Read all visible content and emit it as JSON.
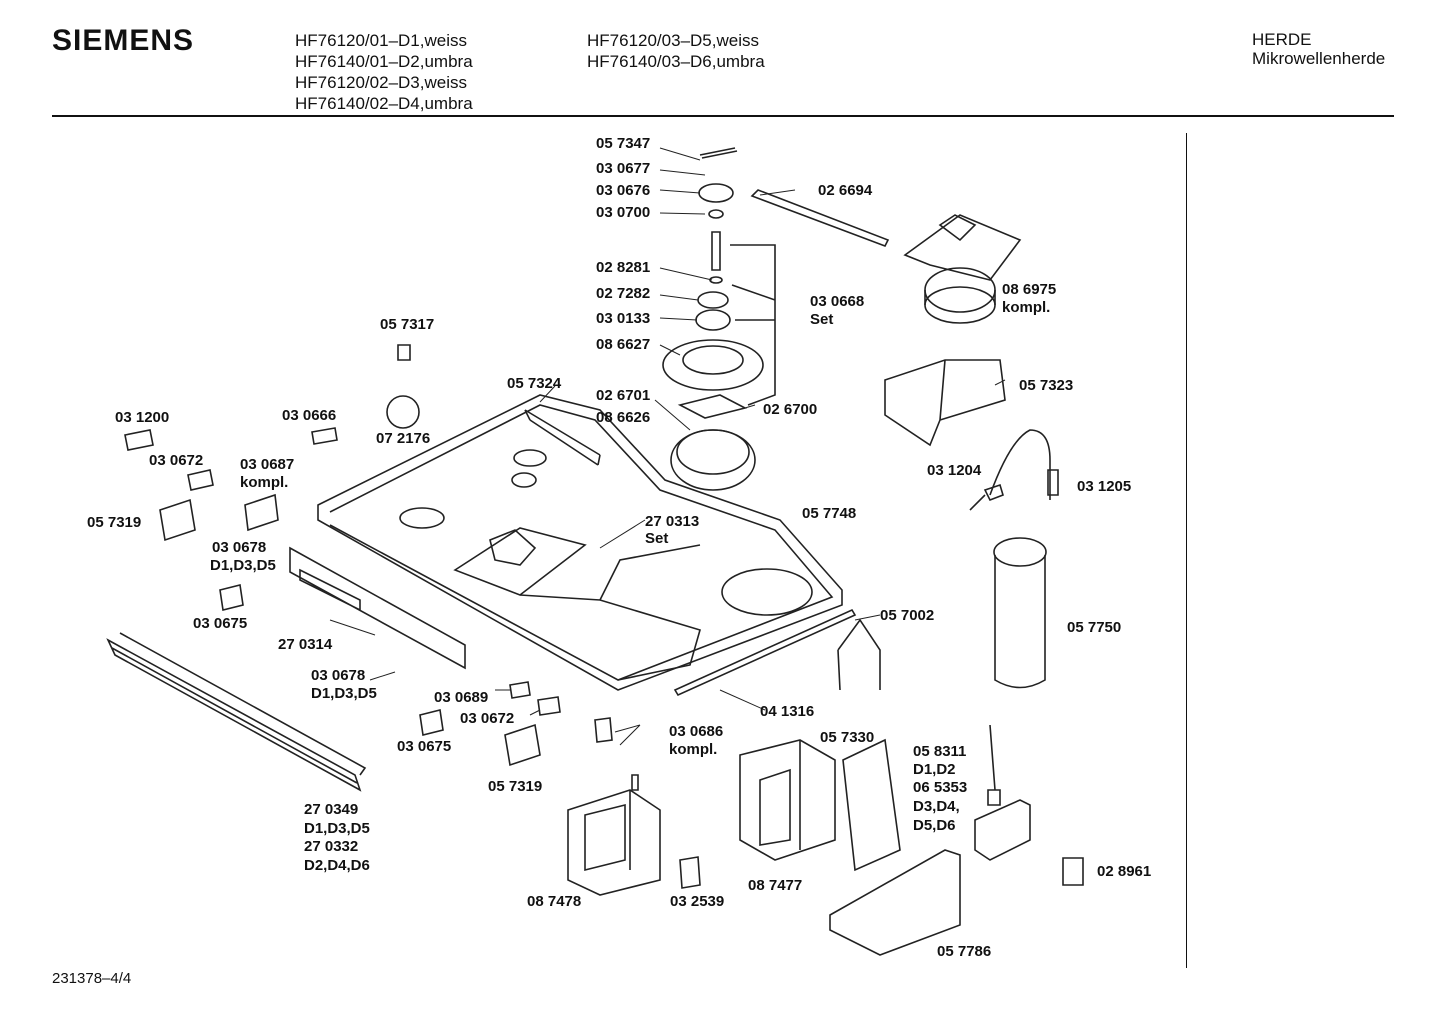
{
  "header": {
    "brand": "SIEMENS",
    "models_col1": [
      "HF76120/01–D1,weiss",
      "HF76140/01–D2,umbra",
      "HF76120/02–D3,weiss",
      "HF76140/02–D4,umbra"
    ],
    "models_col2": [
      "HF76120/03–D5,weiss",
      "HF76140/03–D6,umbra"
    ],
    "category": "HERDE",
    "subcategory": "Mikrowellenherde"
  },
  "footer": {
    "doc_id": "231378–4/4"
  },
  "parts": [
    "05 7347",
    "03 0677",
    "03 0676",
    "03 0700",
    "02 6694",
    "02 8281",
    "02 7282",
    "03 0668",
    "Set",
    "03 0133",
    "08 6627",
    "08 6975",
    "kompl.",
    "05 7317",
    "05 7324",
    "02 6701",
    "02 6700",
    "08 6626",
    "05 7323",
    "03 1200",
    "03 0666",
    "07 2176",
    "03 0672",
    "03 0687",
    "kompl.",
    "03 1204",
    "03 1205",
    "05 7319",
    "03 0678",
    "D1,D3,D5",
    "27 0313",
    "Set",
    "05 7748",
    "03 0675",
    "05 7002",
    "05 7750",
    "27 0314",
    "03 0678",
    "D1,D3,D5",
    "03 0689",
    "03 0672",
    "04 1316",
    "03 0675",
    "03 0686",
    "kompl.",
    "05 7330",
    "05 8311",
    "D1,D2",
    "06 5353",
    "D3,D4,",
    "D5,D6",
    "05 7319",
    "27 0349",
    "D1,D3,D5",
    "27 0332",
    "D2,D4,D6",
    "02 8961",
    "08 7478",
    "03 2539",
    "08 7477",
    "05 7786"
  ]
}
